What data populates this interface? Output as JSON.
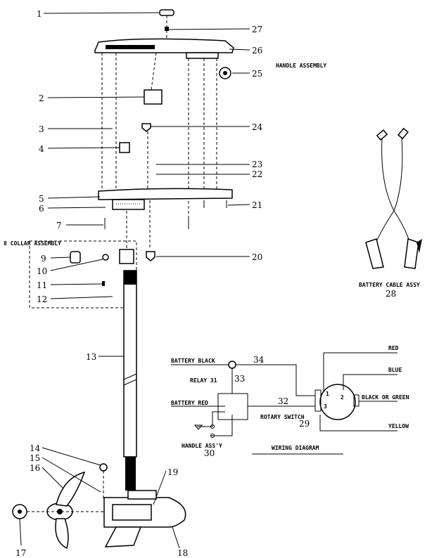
{
  "callouts": {
    "c1": "1",
    "c2": "2",
    "c3": "3",
    "c4": "4",
    "c5": "5",
    "c6": "6",
    "c7": "7",
    "c9": "9",
    "c10": "10",
    "c11": "11",
    "c12": "12",
    "c13": "13",
    "c14": "14",
    "c15": "15",
    "c16": "16",
    "c17": "17",
    "c18": "18",
    "c19": "19",
    "c20": "20",
    "c21": "21",
    "c22": "22",
    "c23": "23",
    "c24": "24",
    "c25": "25",
    "c26": "26",
    "c27": "27"
  },
  "labels": {
    "handle_assembly": "HANDLE ASSEMBLY",
    "collar_assembly": "8 COLLAR ASSEMBLY",
    "battery_cable": "BATTERY CABLE ASSY",
    "battery_cable_num": "28"
  },
  "wiring": {
    "title": "WIRING DIAGRAM",
    "battery_black": "BATTERY BLACK",
    "wire34": "34",
    "relay": "RELAY 31",
    "wire33": "33",
    "battery_red": "BATTERY RED",
    "wire32": "32",
    "rotary_switch": "ROTARY SWITCH",
    "rotary_switch_num": "29",
    "handle_assy": "HANDLE ASS'Y",
    "handle_assy_num": "30",
    "red": "RED",
    "blue": "BLUE",
    "black_or_green": "BLACK OR GREEN",
    "yellow": "YELLOW",
    "term1": "1",
    "term2": "2",
    "term3": "3"
  }
}
